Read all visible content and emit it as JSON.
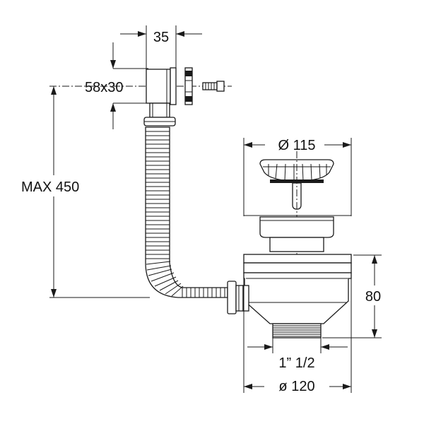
{
  "dimensions": {
    "overflow_width": "35",
    "overflow_plate": "58x30",
    "max_height": "MAX 450",
    "basket_diameter": "Ø 115",
    "outlet_height": "80",
    "thread_size": "1” 1/2",
    "body_diameter": "ø 120"
  }
}
